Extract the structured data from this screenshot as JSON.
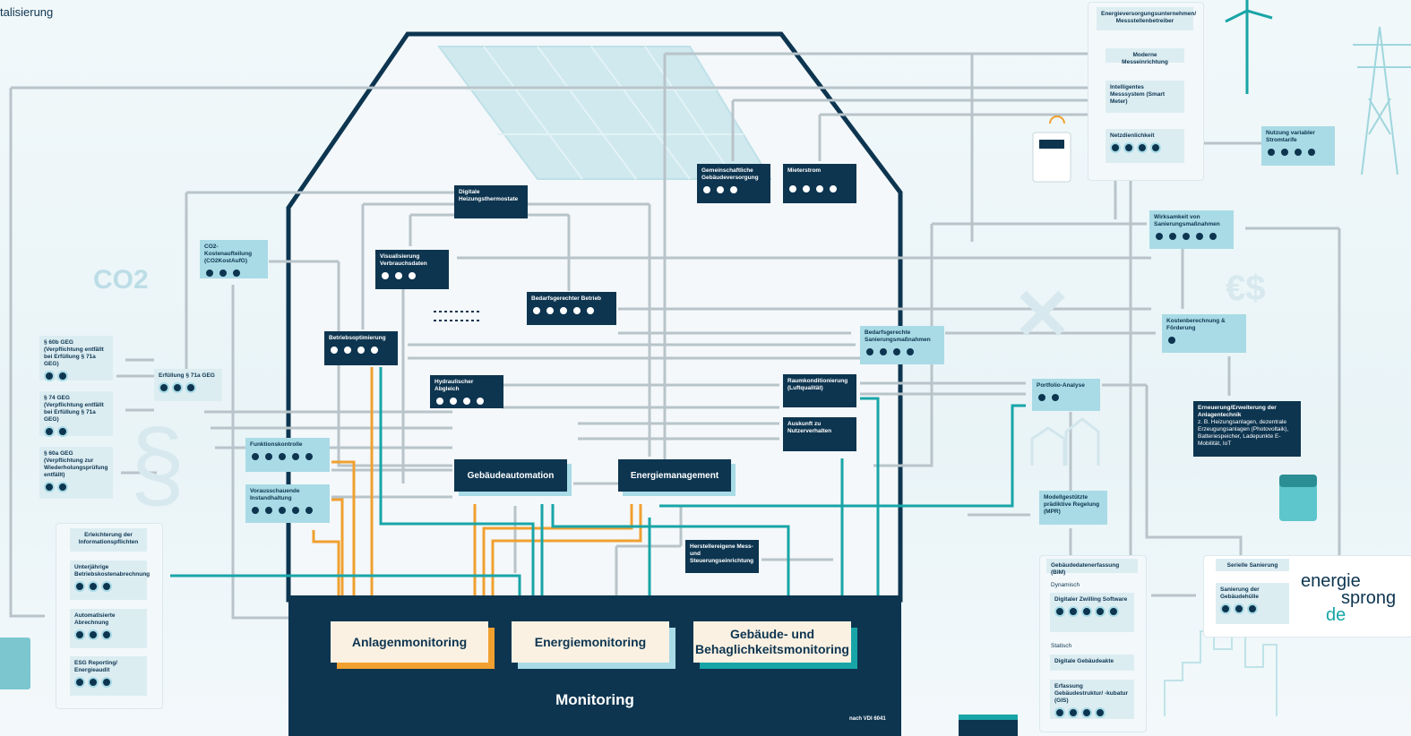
{
  "header": {
    "fragment": "talisierung"
  },
  "monitoring": {
    "title": "Monitoring",
    "source": "nach VDI 6041",
    "anlagen": "Anlagenmonitoring",
    "energie": "Energiemonitoring",
    "gebaeude": "Gebäude- und Behaglichkeitsmonitoring"
  },
  "core": {
    "gebaeudeautomation": "Gebäudeautomation",
    "energiemanagement": "Energiemanagement"
  },
  "house": {
    "digitale_heizungsthermostate": "Digitale Heizungsthermostate",
    "visualisierung": "Visualisierung Verbrauchsdaten",
    "bedarfsgerechter_betrieb": "Bedarfsgerechter Betrieb",
    "betriebsoptimierung": "Betriebsoptimierung",
    "hydraulischer_abgleich": "Hydraulischer Abgleich",
    "gemeinschaftliche": "Gemeinschaftliche Gebäudeversorgung",
    "mieterstrom": "Mieterstrom",
    "raumkonditionierung": "Raumkonditionierung (Luftqualität)",
    "auskunft": "Auskunft zu Nutzerverhalten",
    "herstellereigene": "Herstellereigene Mess- und Steuerungseinrichtung",
    "funktionskontrolle": "Funktionskontrolle",
    "vorausschauende": "Vorausschauende Instandhaltung",
    "co2": "CO2-Kostenaufteilung (CO2KostAufG)",
    "erfuellung71a": "Erfüllung § 71a GEG"
  },
  "left": {
    "p60b": "§ 60b GEG (Verpflichtung entfällt bei Erfüllung § 71a GEG)",
    "p74": "§ 74 GEG (Verpflichtung entfällt bei Erfüllung § 71a GEG)",
    "p60a": "§ 60a GEG (Verpflichtung zur Wiederholungsprüfung entfällt)",
    "erleichterung": "Erleichterung der Informationspflichten",
    "unterjaehrige": "Unterjährige Betriebskostenabrechnung",
    "automatisierte": "Automatisierte Abrechnung",
    "esg": "ESG Reporting/ Energieaudit"
  },
  "right": {
    "evu": "Energieversorgungsunternehmen/ Messstellenbetreiber",
    "moderne": "Moderne Messeinrichtung",
    "imsys": "Intelligentes Messsystem (Smart Meter)",
    "netzdienlichkeit": "Netzdienlichkeit",
    "stromtarife": "Nutzung variabler Stromtarife",
    "wirksamkeit": "Wirksamkeit von Sanierungsmaßnahmen",
    "bedarfsgerechte_sanierung": "Bedarfsgerechte Sanierungsmaßnahmen",
    "kosten": "Kostenberechnung & Förderung",
    "portfolio": "Portfolio-Analyse",
    "erneuerung": "Erneuerung/Erweiterung der Anlagentechnik",
    "erneuerung_detail": "z. B. Heizungsanlagen, dezentrale Erzeugungsanlagen (Photovoltaik), Batteriespeicher, Ladepunkte E-Mobilität, IoT",
    "mpr": "Modellgestützte prädiktive Regelung (MPR)",
    "bim": "Gebäudedatenerfassung (BIM)",
    "dynamisch": "Dynamisch",
    "zwilling": "Digitaler Zwilling Software",
    "statisch": "Statisch",
    "gebaeudeakte": "Digitale Gebäudeakte",
    "erfassung": "Erfassung Gebäudestruktur/ -kubatur (GIS)",
    "serielle": "Serielle Sanierung",
    "huelle": "Sanierung der Gebäudehülle"
  },
  "brand": {
    "line1": "energie",
    "line2": "sprong",
    "line3": "de"
  },
  "deco": {
    "co2": "CO2"
  },
  "colors": {
    "navy": "#0d3550",
    "light": "#a9dbe6",
    "orange": "#f0a030",
    "teal": "#18a5a7",
    "grey": "#b8c4ca"
  }
}
